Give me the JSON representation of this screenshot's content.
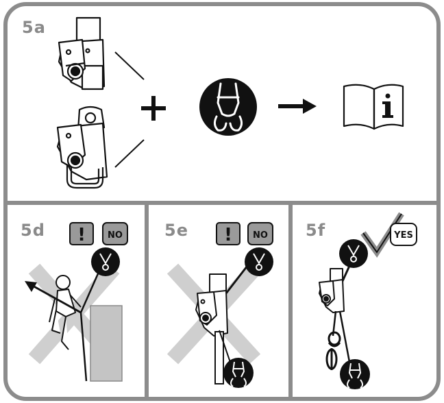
{
  "panels": {
    "top": {
      "label": "5a"
    },
    "left": {
      "label": "5d",
      "exclaim": "!",
      "verdict": "NO"
    },
    "middle": {
      "label": "5e",
      "exclaim": "!",
      "verdict": "NO"
    },
    "right": {
      "label": "5f",
      "verdict": "YES"
    }
  },
  "symbols": {
    "plus": "+",
    "arrow": "→",
    "manual_info": "i"
  },
  "icons": [
    "ascender-device-icon",
    "ascender-with-handle-icon",
    "harness-icon",
    "instruction-manual-icon",
    "anchor-connection-icon",
    "warning-icon",
    "checkmark-icon",
    "prohibited-cross-icon"
  ],
  "colors": {
    "frame": "#8c8c8c",
    "label": "#8a8a8a",
    "badge_fill": "#9a9a9a",
    "cross": "#cfcfcf",
    "ink": "#111111"
  }
}
